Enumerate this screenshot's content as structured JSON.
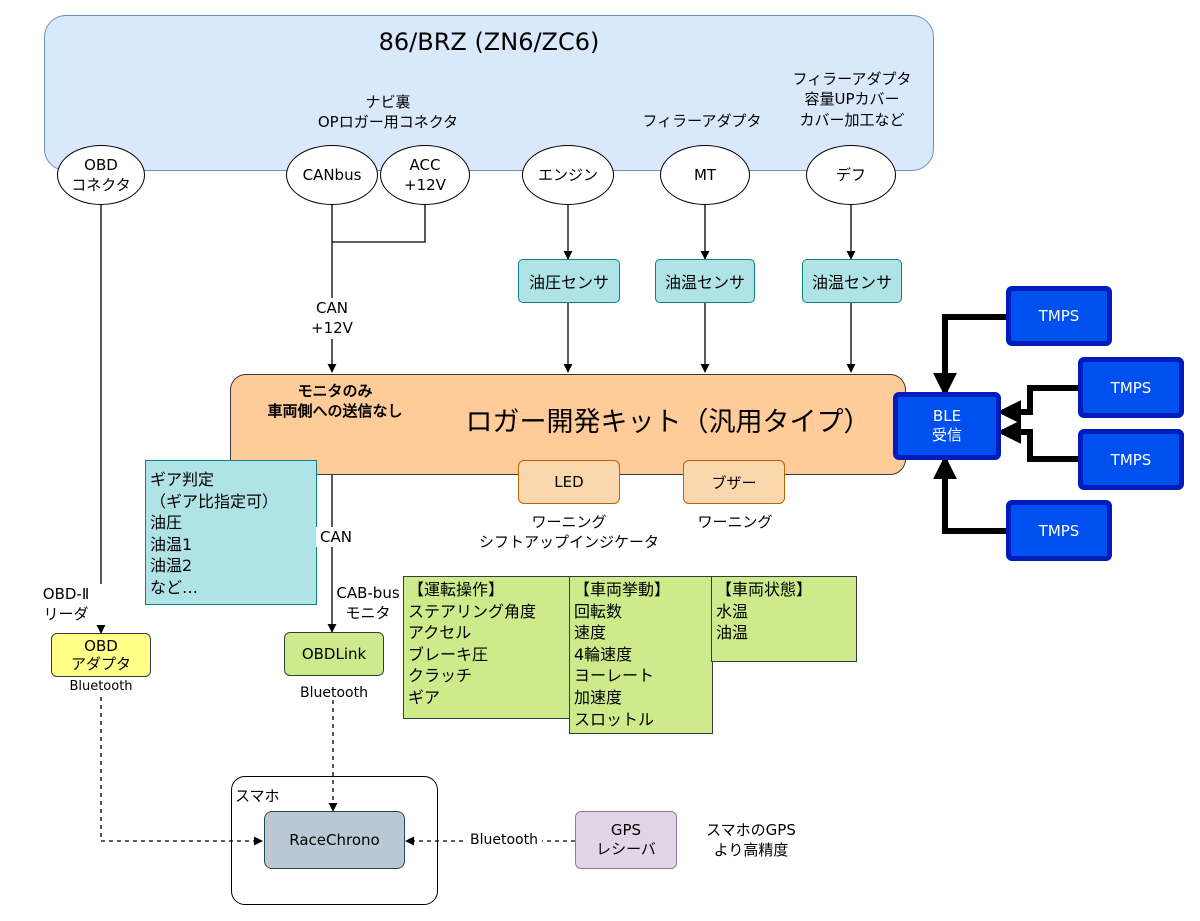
{
  "title": "86/BRZ (ZN6/ZC6)",
  "car_ports": {
    "obd": "OBD\nコネクタ",
    "canbus": "CANbus",
    "acc": "ACC\n+12V",
    "engine": "エンジン",
    "mt": "MT",
    "diff": "デフ"
  },
  "car_notes": {
    "navi": "ナビ裏\nOPロガー用コネクタ",
    "mt_note": "フィラーアダプタ",
    "diff_note": "フィラーアダプタ\n容量UPカバー\nカバー加工など"
  },
  "sensors": {
    "oil_pressure": "油圧センサ",
    "mt_oil_temp": "油温センサ",
    "diff_oil_temp": "油温センサ"
  },
  "can_power_label": "CAN\n+12V",
  "logger": {
    "title": "ロガー開発キット（汎用タイプ）",
    "note": "モニタのみ\n車両側への送信なし",
    "led": "LED",
    "buzzer": "ブザー",
    "led_caption": "ワーニング\nシフトアップインジケータ",
    "buzzer_caption": "ワーニング"
  },
  "ble": {
    "label": "BLE\n受信",
    "tmps": [
      "TMPS",
      "TMPS",
      "TMPS",
      "TMPS"
    ]
  },
  "features_box": "ギア判定\n（ギア比指定可）\n油圧\n油温1\n油温2\nなど…",
  "can_label": "CAN",
  "cab_bus_label": "CAB-bus\nモニタ",
  "obd_reader_label": "OBD-Ⅱ\nリーダ",
  "obd_adapter": "OBD\nアダプタ",
  "obdlink": "OBDLink",
  "bluetooth_obd": "Bluetooth",
  "bluetooth_obdlink": "Bluetooth",
  "data_groups": {
    "driving": "【運転操作】\nステアリング角度\nアクセル\nブレーキ圧\nクラッチ\nギア",
    "behavior": "【車両挙動】\n回転数\n速度\n4輪速度\nヨーレート\n加速度\nスロットル",
    "status": "【車両状態】\n水温\n油温"
  },
  "phone": {
    "label": "スマホ",
    "app": "RaceChrono",
    "gps": "GPS\nレシーバ",
    "gps_link": "Bluetooth",
    "gps_note": "スマホのGPS\nより高精度"
  },
  "colors": {
    "car_fill": "#dae8fc",
    "car_border": "#6c8ebf",
    "sensor_fill": "#b0e3e6",
    "logger_fill": "#ffcc99",
    "tmps_fill": "#0050ef",
    "green_fill": "#cdeb8b",
    "yellow_fill": "#ffff88",
    "gray_fill": "#bac8d3",
    "purple_fill": "#e1d5e7"
  }
}
